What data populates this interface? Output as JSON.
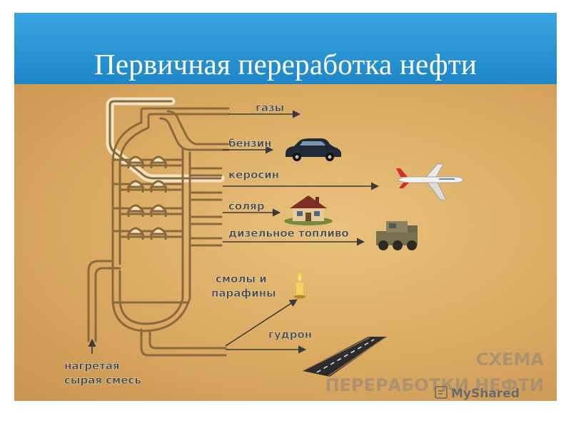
{
  "slide": {
    "title": "Первичная переработка нефти"
  },
  "diagram": {
    "outputs": {
      "gases": "газы",
      "gasoline": "бензин",
      "kerosene": "керосин",
      "solar": "соляр",
      "diesel": "дизельное топливо",
      "resins_line1": "смолы и",
      "resins_line2": "парафины",
      "tar": "гудрон"
    },
    "input": {
      "line1": "нагретая",
      "line2": "сырая смесь"
    },
    "watermark": {
      "line1": "СХЕМА",
      "line2": "ПЕРЕРАБОТКИ НЕФТИ"
    },
    "source_logo": "MyShared",
    "colors": {
      "header": "#2196d6",
      "background": "#ddae66",
      "pipe": "#8a6a3c",
      "label": "#4a4a4a"
    },
    "icons": [
      "car-icon",
      "airplane-icon",
      "house-icon",
      "tractor-icon",
      "candle-icon",
      "road-icon"
    ]
  }
}
